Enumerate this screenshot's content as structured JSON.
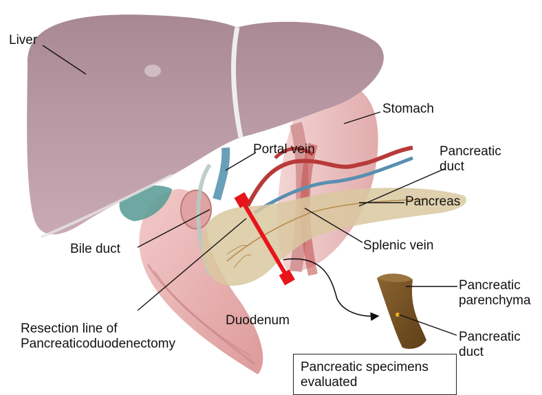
{
  "labels": {
    "liver": "Liver",
    "stomach": "Stomach",
    "portal_vein": "Portal vein",
    "pancreatic_duct_top": [
      "Pancreatic",
      "duct"
    ],
    "pancreas": "Pancreas",
    "bile_duct": "Bile duct",
    "splenic_vein": "Splenic vein",
    "pancreatic_parenchyma": [
      "Pancreatic",
      "parenchyma"
    ],
    "resection_line": [
      "Resection line of",
      "Pancreaticoduodenectomy"
    ],
    "duodenum": "Duodenum",
    "pancreatic_duct_specimen": [
      "Pancreatic",
      "duct"
    ]
  },
  "specimen_box": [
    "Pancreatic specimens",
    "evaluated"
  ],
  "colors": {
    "liver": "#b99aa5",
    "stomach": "#e9b8b8",
    "duodenum": "#e8a9a9",
    "pancreas": "#d9c8a0",
    "portal_vein": "#6a9fb8",
    "artery": "#b83a3a",
    "gallbladder": "#5e9e98",
    "resection_marker": "#e8141c",
    "specimen": "#7a5424",
    "leader_line": "#111111"
  }
}
